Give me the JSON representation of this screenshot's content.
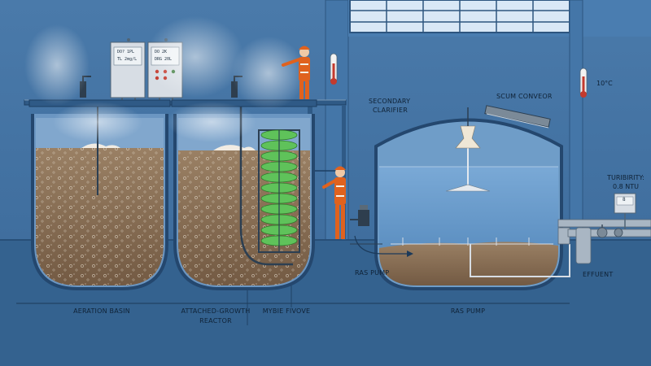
{
  "labels": {
    "aeration_basin": "AERATION BASIN",
    "attached_growth_line1": "ATTACHED-GROWTH",
    "attached_growth_line2": "REACTOR",
    "media_label": "MYBIE FIVOVE",
    "ras_pump_bottom": "RAS PUMP",
    "ras_pump_arrow": "RAS PUMP",
    "effluent": "EFFUENT",
    "secondary_clarifier_line1": "SECONDARY",
    "secondary_clarifier_line2": "CLARIFIER",
    "scum_conveyor": "SCUM CONVEOR",
    "temperature": "10°C",
    "turbidity_line1": "TURIBIRITY:",
    "turbidity_line2": "0.8 NTU"
  },
  "control_panels": [
    {
      "line1": "DO? 1PL",
      "line2": "TL 2mg/L"
    },
    {
      "line1": "DO 2K",
      "line2": "DRG 20L"
    }
  ],
  "meter_reading": "8",
  "colors": {
    "wall": "#3b6a9c",
    "floor": "#34628f",
    "tank_outline": "#24476e",
    "sludge": "#8a6f54",
    "water": "#5b8fc2",
    "biomedia": "#5fc25a",
    "worker_suit": "#e0621e"
  }
}
